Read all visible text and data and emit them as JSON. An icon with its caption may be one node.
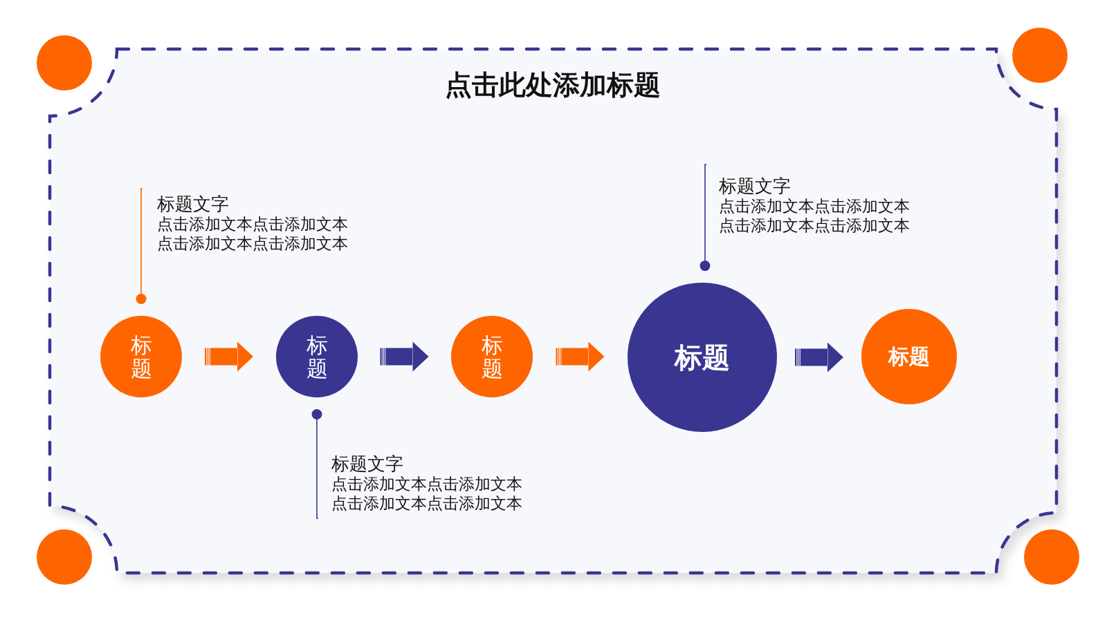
{
  "diagram": {
    "title": "点击此处添加标题",
    "nodes": [
      {
        "text": [
          "标题"
        ]
      },
      {
        "text": [
          "标题"
        ]
      },
      {
        "text": [
          "标题"
        ]
      },
      {
        "text": [
          "标题"
        ]
      },
      {
        "text": [
          "标题"
        ]
      },
      {
        "text": [
          "标题文字",
          "点击添加文本点击添加文本点击添加文本点击添加文本"
        ]
      },
      {
        "text": [
          "标题文字",
          "点击添加文本点击添加文本点击添加文本点击添加文本"
        ]
      },
      {
        "text": [
          "标题文字",
          "点击添加文本点击添加文本点击添加文本点击添加文本"
        ]
      }
    ],
    "edges": [
      {
        "from": 0,
        "to": 1,
        "arrow": "to",
        "style": "thick",
        "color": "#fe6500"
      },
      {
        "from": 1,
        "to": 2,
        "arrow": "to",
        "style": "thick",
        "color": "#393591"
      },
      {
        "from": 2,
        "to": 3,
        "arrow": "to",
        "style": "thick",
        "color": "#fe6500"
      },
      {
        "from": 3,
        "to": 4,
        "arrow": "to",
        "style": "thick",
        "color": "#393591"
      },
      {
        "from": 5,
        "to": 0,
        "arrow": "other",
        "color": "#fe6500"
      },
      {
        "from": 6,
        "to": 1,
        "arrow": "other",
        "color": "#393591"
      },
      {
        "from": 7,
        "to": 3,
        "arrow": "other",
        "color": "#393591"
      }
    ]
  }
}
